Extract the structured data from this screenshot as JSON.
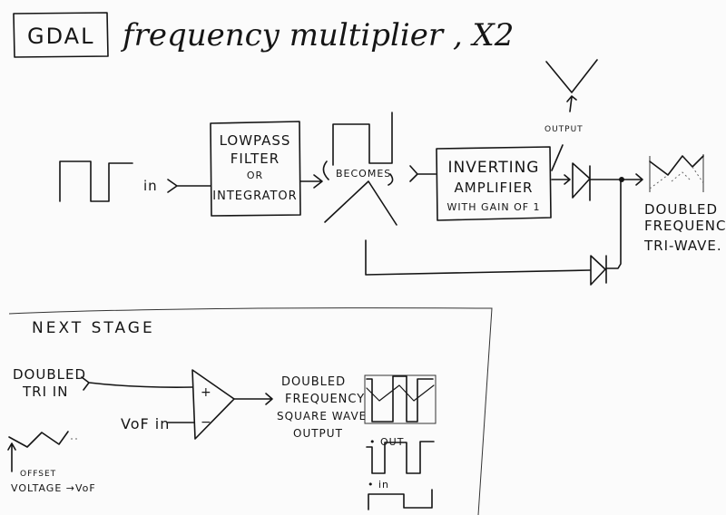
{
  "header": {
    "logo_text": "GDAL",
    "title": "frequency multiplier , X2"
  },
  "top_stage": {
    "input_label": "in",
    "lowpass_block": [
      "LOWPASS",
      "FILTER",
      "OR",
      "INTEGRATOR"
    ],
    "becomes_label": "BECOMES",
    "inverter_block": [
      "INVERTING",
      "AMPLIFIER",
      "WITH GAIN OF 1"
    ],
    "output_label": "OUTPUT",
    "result_label": [
      "DOUBLED",
      "FREQUENCY",
      "TRI-WAVE."
    ]
  },
  "next_stage": {
    "heading": "NEXT STAGE",
    "tri_in_label": [
      "DOUBLED",
      "TRI IN"
    ],
    "plus_sign": "+",
    "minus_sign": "−",
    "vof_in_label": "VoF in",
    "offset_label": "OFFSET",
    "voltage_label": "VOLTAGE →VoF",
    "output_label": [
      "DOUBLED",
      "FREQUENCY",
      "SQUARE WAVE",
      "OUTPUT"
    ],
    "out_wave_label": "• OUT",
    "in_wave_label": "• in"
  }
}
